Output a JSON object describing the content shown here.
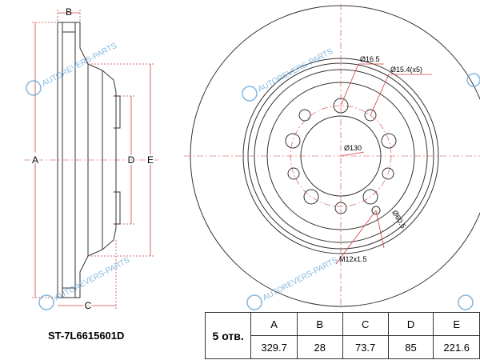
{
  "part_number": "ST-7L6615601D",
  "table": {
    "holes_label": "5 отв.",
    "headers": [
      "A",
      "B",
      "C",
      "D",
      "E"
    ],
    "values": [
      "329.7",
      "28",
      "73.7",
      "85",
      "221.6"
    ]
  },
  "side_labels": {
    "a": "A",
    "b": "B",
    "c": "C",
    "d": "D",
    "e": "E"
  },
  "front_labels": {
    "hole_dia": "Ø16.5",
    "bolt_holes": "Ø15.4(x5)",
    "center_bore": "Ø130",
    "thread": "M12x1.5",
    "pcd": "Ø60.5"
  },
  "watermark": "AUTOREVERS-PARTS",
  "colors": {
    "line": "#333333",
    "dim": "#d04040",
    "watermark": "#5a9fd4"
  }
}
